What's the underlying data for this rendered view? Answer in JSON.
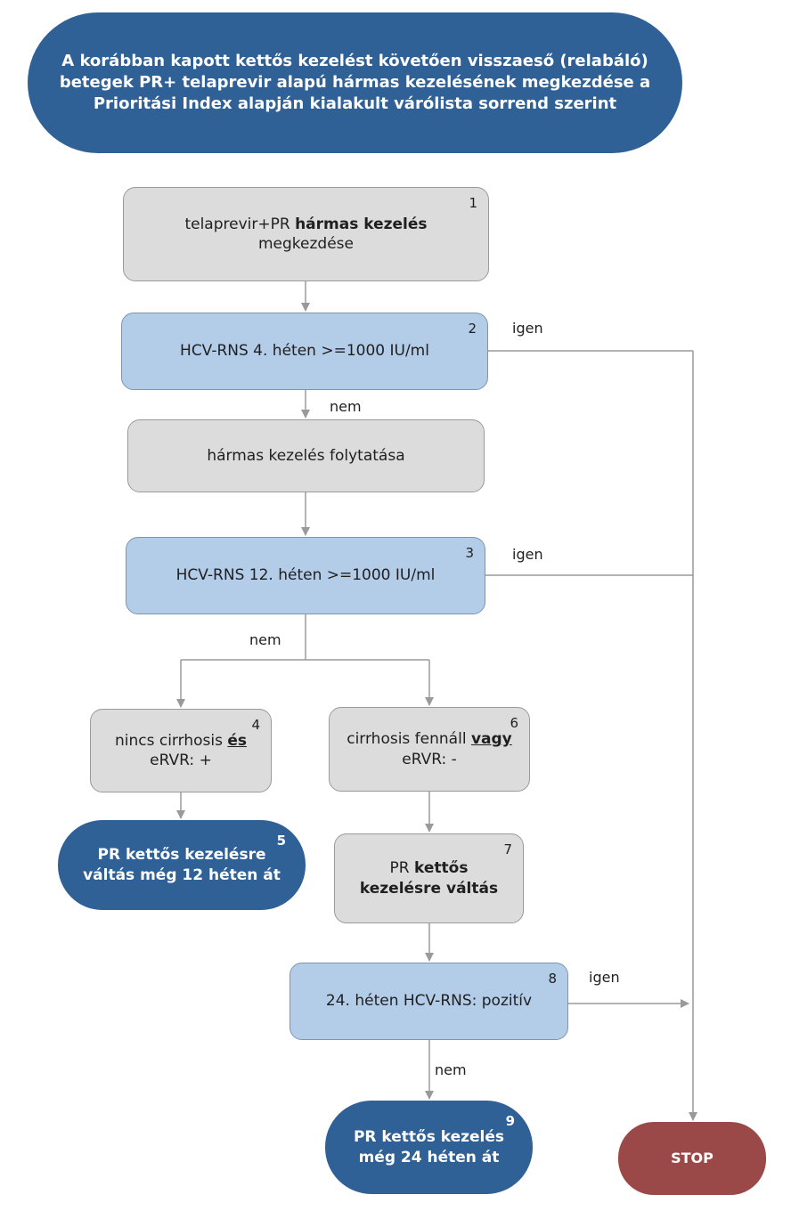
{
  "title": {
    "line1": "A korábban kapott kettős kezelést követően visszaeső (relabáló)",
    "line2": "betegek PR+ telaprevir alapú hármas kezelésének megkezdése a",
    "line3": "Prioritási Index alapján kialakult várólista sorrend szerint"
  },
  "nodes": {
    "n1": {
      "number": "1",
      "text_pre": "telaprevir+PR ",
      "text_bold": "hármas kezelés",
      "text_line2": "megkezdése"
    },
    "n2": {
      "number": "2",
      "text": "HCV-RNS 4. héten >=1000 IU/ml"
    },
    "continue": {
      "text": "hármas kezelés folytatása"
    },
    "n3": {
      "number": "3",
      "text": "HCV-RNS 12. héten >=1000 IU/ml"
    },
    "n4": {
      "number": "4",
      "text_pre": "nincs cirrhosis ",
      "text_em": "és",
      "text_line2": "eRVR: +"
    },
    "n5": {
      "number": "5",
      "line1": "PR kettős kezelésre",
      "line2": "váltás még 12 héten át"
    },
    "n6": {
      "number": "6",
      "text_pre": "cirrhosis fennáll ",
      "text_em": "vagy",
      "text_line2": "eRVR: -"
    },
    "n7": {
      "number": "7",
      "text_pre": "PR ",
      "text_bold1": "kettős",
      "text_bold2": "kezelésre váltás"
    },
    "n8": {
      "number": "8",
      "text": "24. héten HCV-RNS: pozitív"
    },
    "n9": {
      "number": "9",
      "line1": "PR kettős kezelés",
      "line2": "még 24 héten át"
    },
    "stop": {
      "text": "STOP"
    }
  },
  "edge_labels": {
    "igen_2": "igen",
    "nem_2": "nem",
    "igen_3": "igen",
    "nem_3": "nem",
    "igen_8": "igen",
    "nem_8": "nem"
  },
  "colors": {
    "terminal_blue": "#2f6096",
    "decision_blue": "#b3cce8",
    "process_gray": "#dcdcdc",
    "stop_red": "#9a4848",
    "connector_gray": "#9a9a9a"
  }
}
